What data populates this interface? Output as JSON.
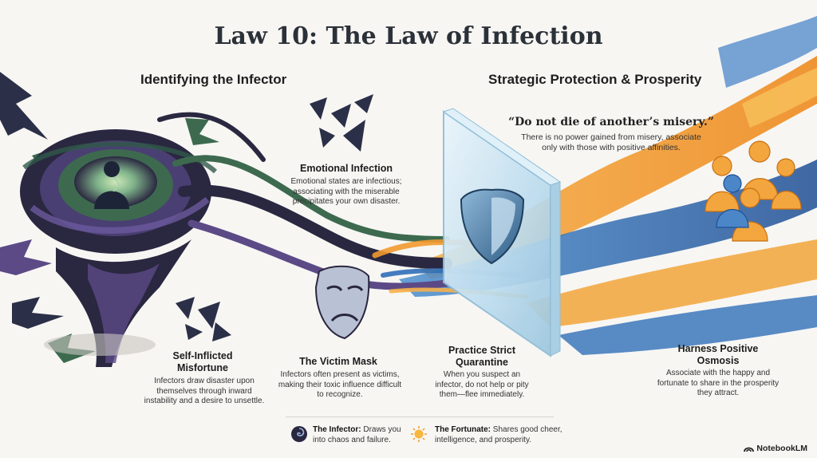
{
  "title": "Law 10: The Law of Infection",
  "left_heading": "Identifying the Infector",
  "right_heading": "Strategic Protection & Prosperity",
  "quote": "“Do not die of another’s misery.”",
  "quote_body": "There is no power gained from misery, associate only with those with positive affinities.",
  "cards": {
    "emotional_infection": {
      "title": "Emotional Infection",
      "body": "Emotional states are infectious; associating with the miserable precipitates your own disaster."
    },
    "self_inflicted": {
      "title": "Self-Inflicted Misfortune",
      "body": "Infectors draw disaster upon themselves through inward instability and a desire to unsettle."
    },
    "victim_mask": {
      "title": "The Victim Mask",
      "body": "Infectors often present as victims, making their toxic influence difficult to recognize."
    },
    "quarantine": {
      "title": "Practice Strict Quarantine",
      "body": "When you suspect an infector, do not help or pity them—flee immediately."
    },
    "osmosis": {
      "title": "Harness Positive Osmosis",
      "body": "Associate with the happy and fortunate to share in the prosperity they attract."
    }
  },
  "legend": {
    "infector_label": "The Infector:",
    "infector_text": "Draws you into chaos and failure.",
    "fortunate_label": "The Fortunate:",
    "fortunate_text": "Shares good cheer, intelligence, and prosperity."
  },
  "brand": "NotebookLM",
  "colors": {
    "background": "#f7f6f3",
    "chaos_dark": "#2a2740",
    "chaos_purple": "#5b4a86",
    "chaos_green": "#3d6a4f",
    "fortune_orange": "#f29a2e",
    "fortune_blue": "#2f6fb8",
    "glass": "#cfe6f3"
  },
  "icons": [
    "vortex-icon",
    "sun-icon",
    "shield-icon",
    "mask-icon",
    "silhouette-figure",
    "people-group",
    "notebook-logo-icon"
  ]
}
